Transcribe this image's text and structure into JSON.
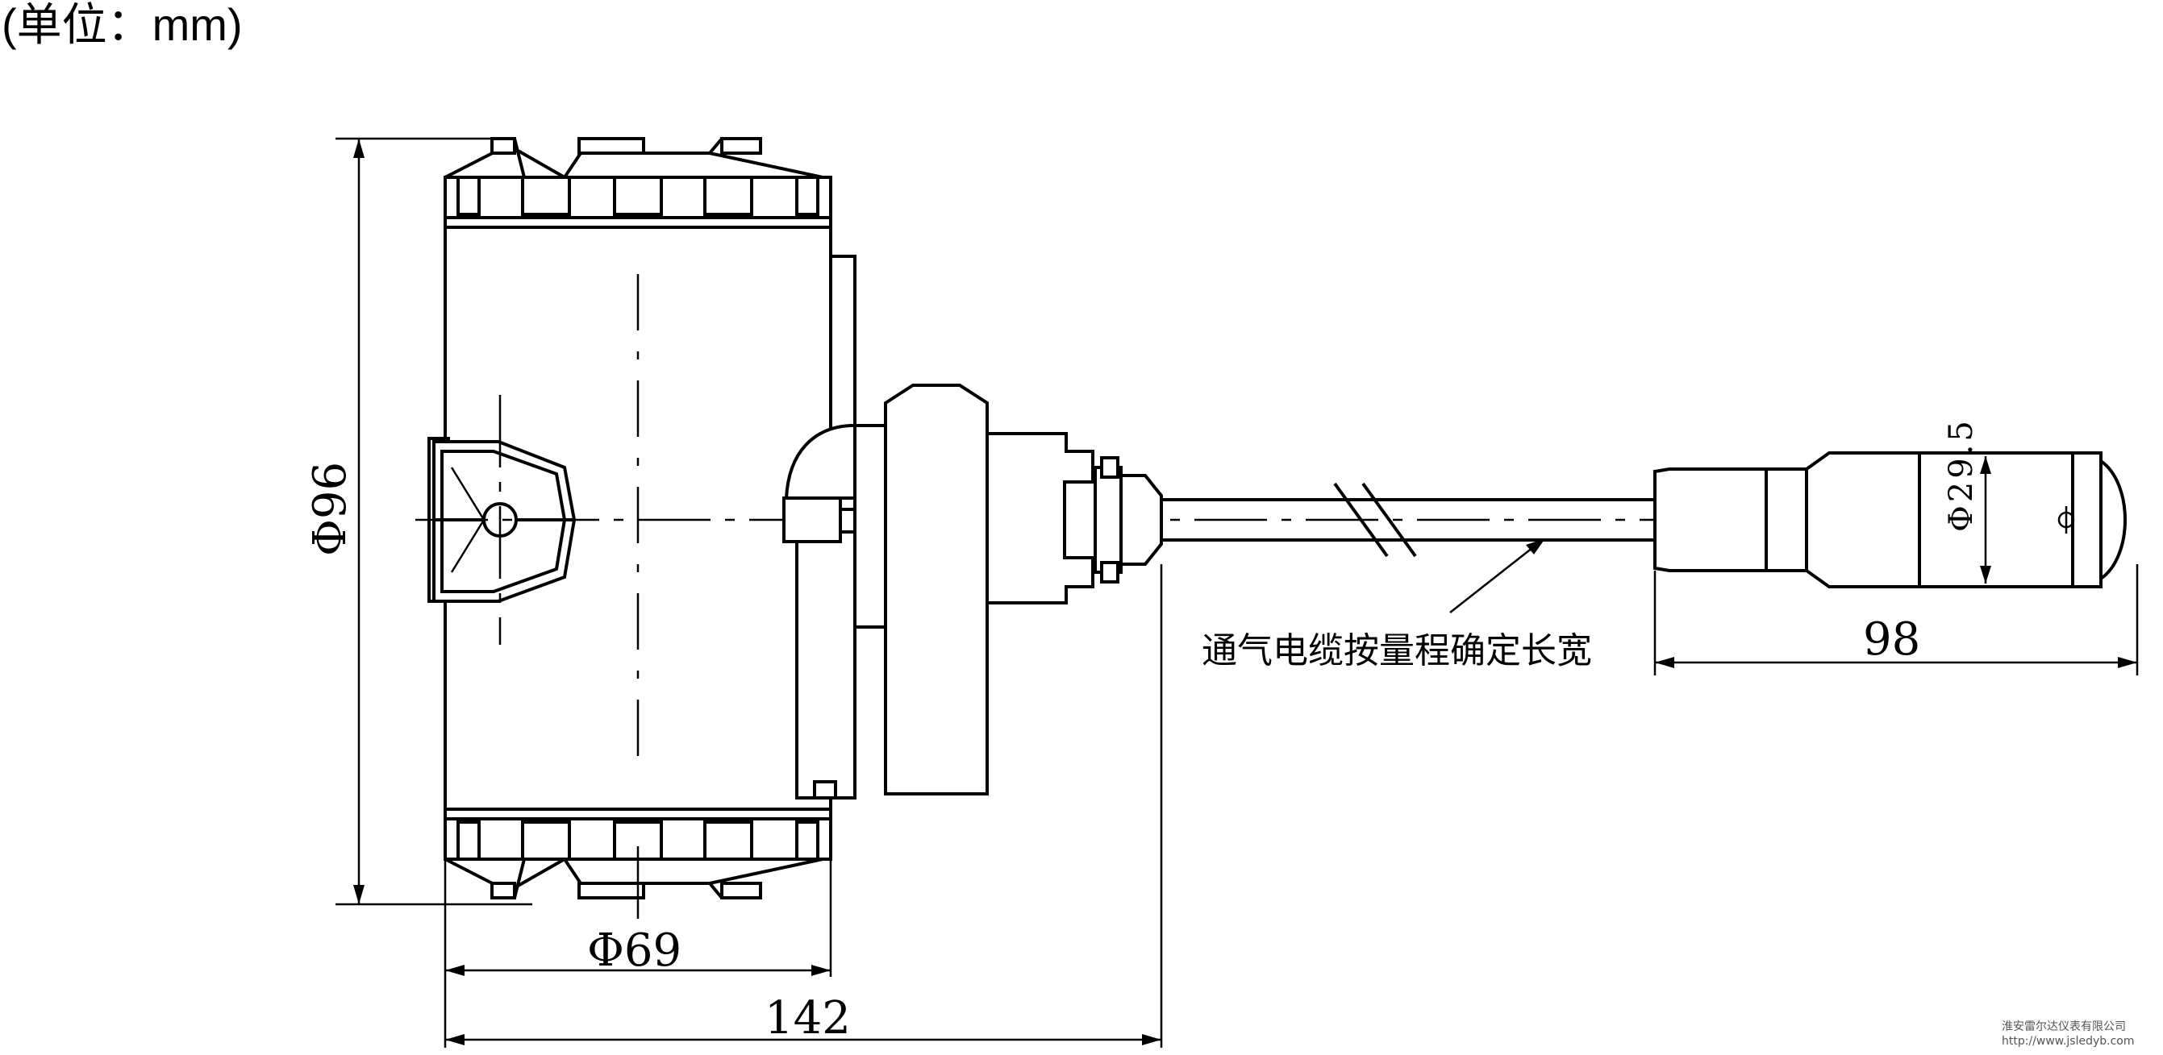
{
  "unit_note": "(单位：mm)",
  "dimensions": {
    "height_dia": "Φ96",
    "body_dia": "Φ69",
    "overall_length": "142",
    "probe_dia": "Φ29.5",
    "probe_length": "98"
  },
  "cable_note": "通气电缆按量程确定长宽",
  "watermark": {
    "company": "淮安雷尔达仪表有限公司",
    "url": "http://www.jsledyb.com"
  }
}
